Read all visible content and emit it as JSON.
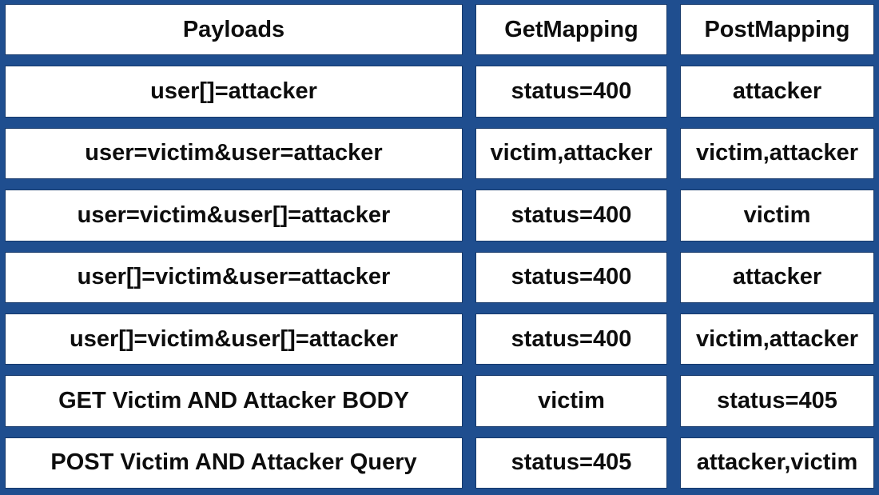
{
  "chart_data": {
    "type": "table",
    "columns": [
      "Payloads",
      "GetMapping",
      "PostMapping"
    ],
    "rows": [
      {
        "payload": "user[]=attacker",
        "get_mapping": "status=400",
        "post_mapping": "attacker"
      },
      {
        "payload": "user=victim&user=attacker",
        "get_mapping": "victim,attacker",
        "post_mapping": "victim,attacker"
      },
      {
        "payload": "user=victim&user[]=attacker",
        "get_mapping": "status=400",
        "post_mapping": "victim"
      },
      {
        "payload": "user[]=victim&user=attacker",
        "get_mapping": "status=400",
        "post_mapping": "attacker"
      },
      {
        "payload": "user[]=victim&user[]=attacker",
        "get_mapping": "status=400",
        "post_mapping": "victim,attacker"
      },
      {
        "payload": "GET Victim AND Attacker BODY",
        "get_mapping": "victim",
        "post_mapping": "status=405"
      },
      {
        "payload": "POST Victim AND Attacker Query",
        "get_mapping": "status=405",
        "post_mapping": "attacker,victim"
      }
    ],
    "layout": {
      "grid": "off",
      "legend": "none"
    }
  },
  "colors": {
    "background": "#1F4E8F",
    "cell_background": "#FFFFFF",
    "cell_border": "#16396B",
    "text": "#0D0D0D"
  }
}
